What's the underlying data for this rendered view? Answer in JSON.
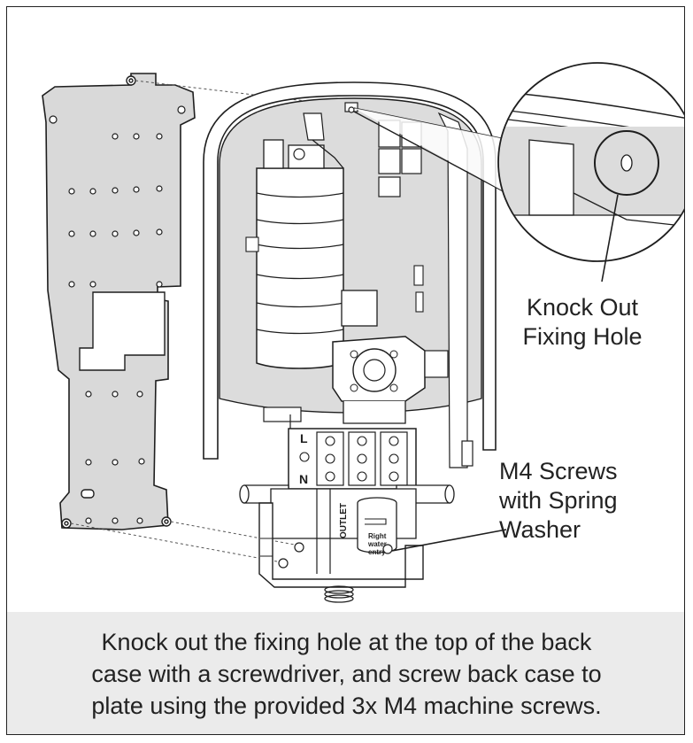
{
  "callouts": {
    "knockout_line1": "Knock Out",
    "knockout_line2": "Fixing Hole",
    "screws_line1": "M4 Screws",
    "screws_line2": "with Spring",
    "screws_line3": "Washer"
  },
  "terminal_labels": {
    "live": "L",
    "neutral": "N"
  },
  "unit_labels": {
    "outlet": "OUTLET",
    "water_entry_line1": "Right",
    "water_entry_line2": "water",
    "water_entry_line3": "entry"
  },
  "instructions": {
    "line1": "Knock out the fixing hole at the top of the back",
    "line2": "case with a screwdriver, and screw back case to",
    "line3": "plate using the provided 3x M4 machine screws."
  },
  "colors": {
    "plate_fill": "#d9d9d9",
    "outline": "#1e1e1e",
    "caption_bg": "#ebebeb",
    "interior_fill": "#dcdcdc"
  }
}
